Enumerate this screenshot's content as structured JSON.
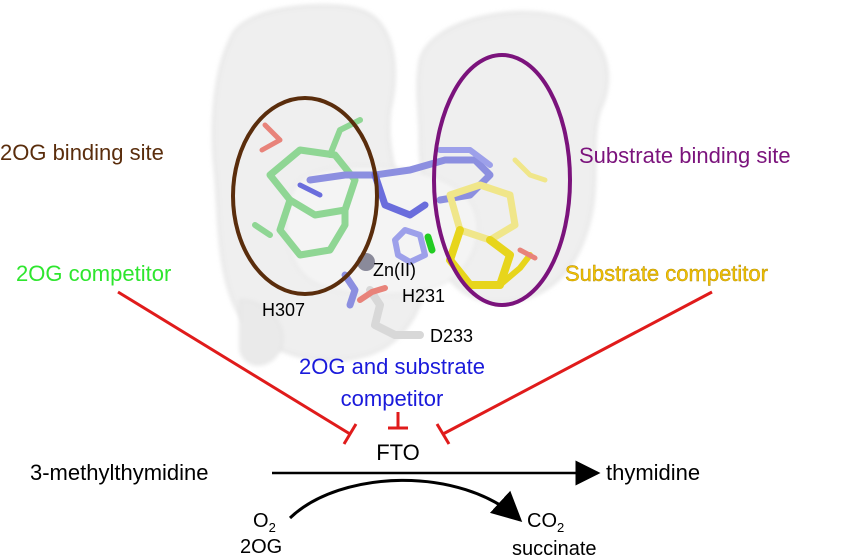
{
  "labels": {
    "site_2og": "2OG binding site",
    "site_substrate": "Substrate binding site",
    "competitor_2og": "2OG competitor",
    "competitor_substrate": "Substrate competitor",
    "competitor_both_line1": "2OG and substrate",
    "competitor_both_line2": "competitor",
    "enzyme": "FTO",
    "substrate": "3-methylthymidine",
    "product": "thymidine",
    "cosub_o2": "O",
    "cosub_o2_sub": "2",
    "cosub_2og": "2OG",
    "coprod_co2": "CO",
    "coprod_co2_sub": "2",
    "coprod_succinate": "succinate"
  },
  "residues": {
    "zn": "Zn(II)",
    "h231": "H231",
    "h307": "H307",
    "d233": "D233"
  },
  "colors": {
    "site_2og": "#5a2d0c",
    "site_substrate": "#7b137c",
    "competitor_2og": "#2ee62e",
    "competitor_substrate": "#f2c200",
    "competitor_both": "#1a1adb",
    "inhibition": "#e01b1b",
    "text": "#000000"
  }
}
